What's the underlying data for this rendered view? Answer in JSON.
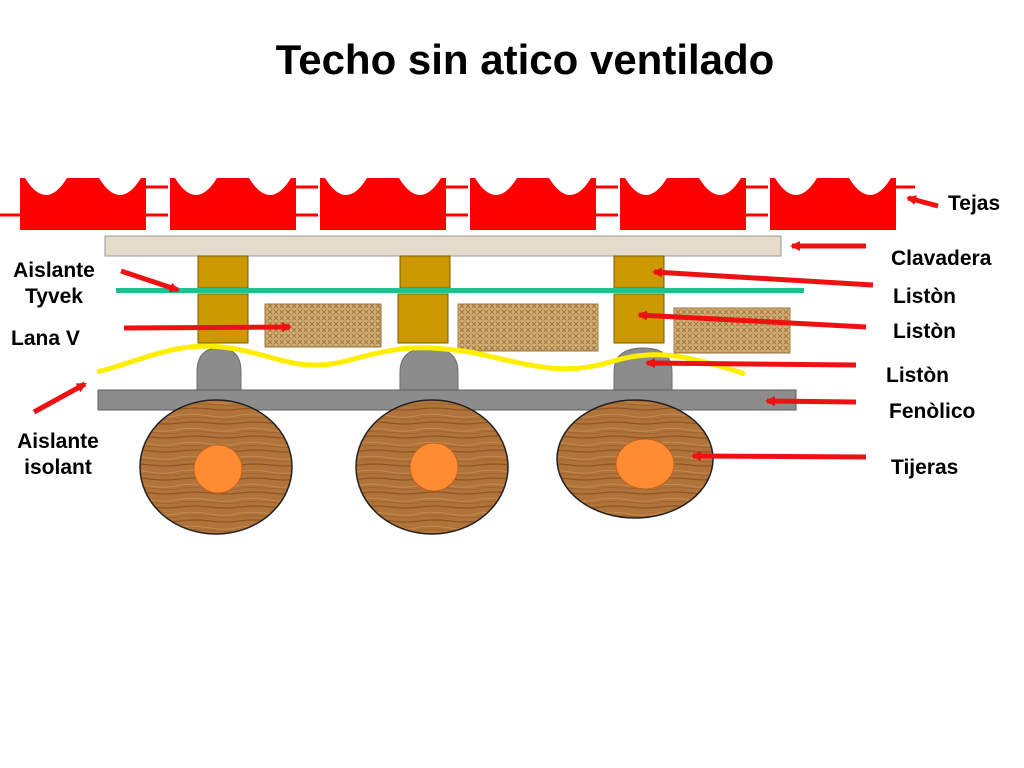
{
  "title": "Techo sin atico ventilado",
  "labels_right": {
    "tejas": "Tejas",
    "clavadera": "Clavadera",
    "liston_1": "Listòn",
    "liston_2": "Listòn",
    "liston_3": "Listòn",
    "fenolico": "Fenòlico",
    "tijeras": "Tijeras"
  },
  "labels_left": {
    "aislante_tyvek_1": "Aislante",
    "aislante_tyvek_2": "Tyvek",
    "lana_v": "Lana V",
    "aislante_isolant_1": "Aislante",
    "aislante_isolant_2": "isolant"
  },
  "colors": {
    "tiles": "#ff0000",
    "arrows": "#ee1111",
    "clavadera": "#e6dccb",
    "liston": "#cc9900",
    "tyvek": "#1fc28f",
    "wool": "#cfa86a",
    "isolant": "#ffee00",
    "fenolico": "#8c8c8c",
    "tijera_wood": "#b0733a",
    "tijera_core": "#ff8c33"
  }
}
